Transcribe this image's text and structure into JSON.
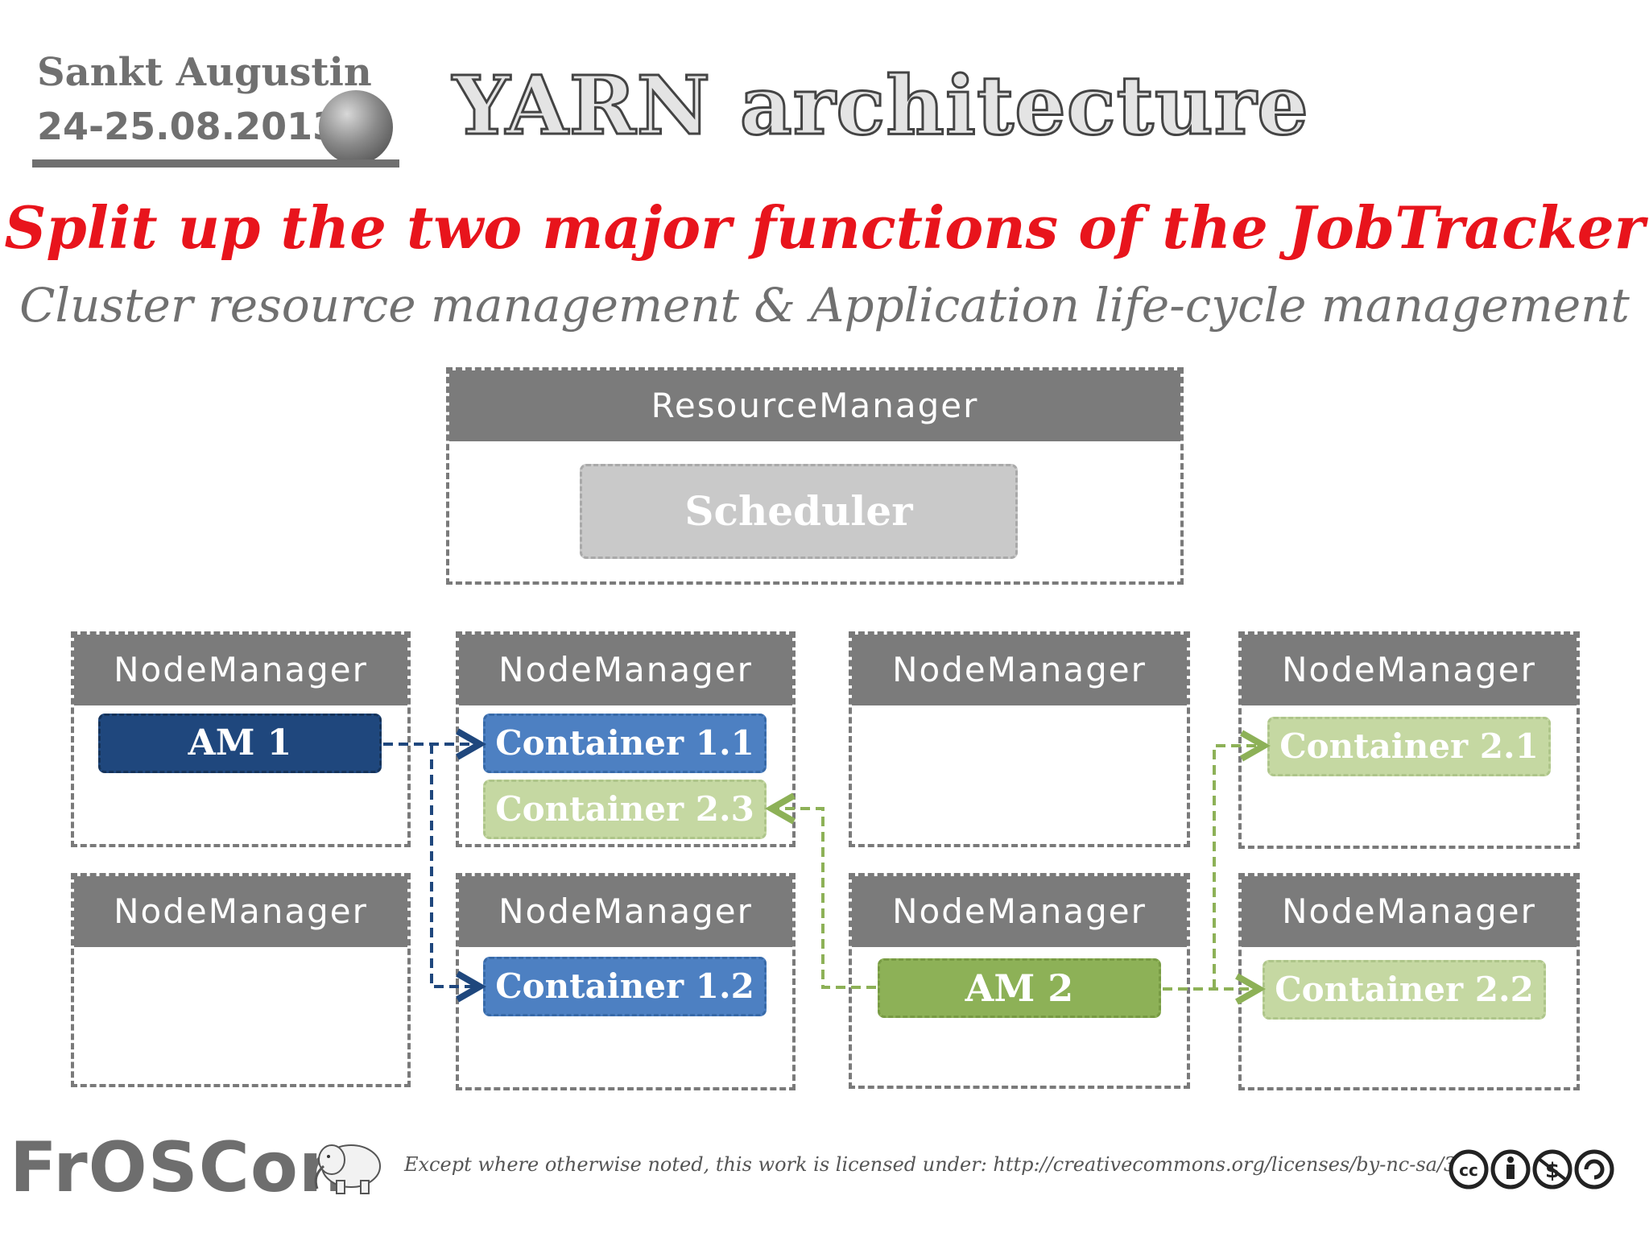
{
  "header": {
    "event_place": "Sankt Augustin",
    "event_date": "24-25.08.2013",
    "title": "YARN architecture"
  },
  "subtitle": "Split up the two major functions of the JobTracker",
  "subtitle2": "Cluster resource management  & Application life-cycle management",
  "diagram": {
    "resource_manager": {
      "label": "ResourceManager",
      "scheduler": "Scheduler"
    },
    "node_managers": [
      {
        "label": "NodeManager"
      },
      {
        "label": "NodeManager"
      },
      {
        "label": "NodeManager"
      },
      {
        "label": "NodeManager"
      },
      {
        "label": "NodeManager"
      },
      {
        "label": "NodeManager"
      },
      {
        "label": "NodeManager"
      },
      {
        "label": "NodeManager"
      }
    ],
    "components": {
      "am1": "AM 1",
      "container_1_1": "Container 1.1",
      "container_2_3": "Container 2.3",
      "container_1_2": "Container 1.2",
      "am2": "AM 2",
      "container_2_1": "Container 2.1",
      "container_2_2": "Container 2.2"
    },
    "colors": {
      "header_gray": "#7b7b7b",
      "app1_dark": "#1f477d",
      "app1_light": "#4d80c2",
      "app2_dark": "#8db157",
      "app2_light": "#c5d8a2",
      "scheduler": "#c9c9c9"
    }
  },
  "footer": {
    "logo": "FrOSCon",
    "license": "Except where otherwise noted, this work is licensed under: http://creativecommons.org/licenses/by-nc-sa/3.0/",
    "icons": [
      "froscon-logo-icon",
      "hadoop-elephant-icon",
      "cc-icon",
      "by-icon",
      "nc-icon",
      "sa-icon"
    ]
  }
}
